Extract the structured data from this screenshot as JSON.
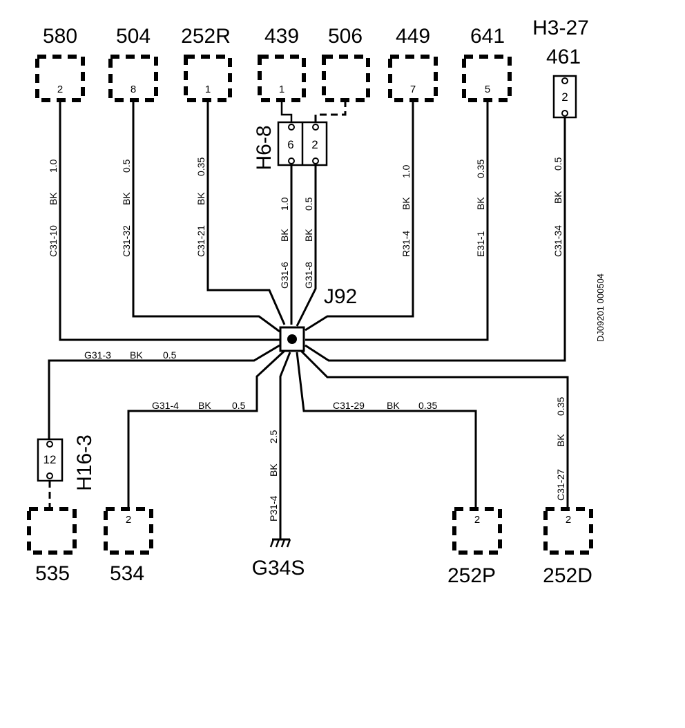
{
  "top_components": {
    "c580": {
      "label": "580",
      "pin": "2"
    },
    "c504": {
      "label": "504",
      "pin": "8"
    },
    "c252r": {
      "label": "252R",
      "pin": "1"
    },
    "c439": {
      "label": "439",
      "pin": "1"
    },
    "c506": {
      "label": "506"
    },
    "c449": {
      "label": "449",
      "pin": "7"
    },
    "c641": {
      "label": "641",
      "pin": "5"
    },
    "c461": {
      "label": "461",
      "connector": "H3-27",
      "pin": "2"
    }
  },
  "connector_h6_8": {
    "label": "H6-8",
    "pin_a": "6",
    "pin_b": "2"
  },
  "splice": {
    "label": "J92"
  },
  "vertical_wires": {
    "w580": {
      "circuit": "C31-10",
      "color": "BK",
      "size": "1.0"
    },
    "w504": {
      "circuit": "C31-32",
      "color": "BK",
      "size": "0.5"
    },
    "w252r": {
      "circuit": "C31-21",
      "color": "BK",
      "size": "0.35"
    },
    "w439": {
      "circuit": "G31-6",
      "color": "BK",
      "size": "1.0"
    },
    "w506": {
      "circuit": "G31-8",
      "color": "BK",
      "size": "0.5"
    },
    "w449": {
      "circuit": "R31-4",
      "color": "BK",
      "size": "1.0"
    },
    "w641": {
      "circuit": "E31-1",
      "color": "BK",
      "size": "0.35"
    },
    "w461": {
      "circuit": "C31-34",
      "color": "BK",
      "size": "0.5"
    },
    "wg34s": {
      "circuit": "P31-4",
      "color": "BK",
      "size": "2.5"
    },
    "w252d": {
      "circuit": "C31-27",
      "color": "BK",
      "size": "0.35"
    }
  },
  "horizontal_wires": {
    "w535": {
      "circuit": "G31-3",
      "color": "BK",
      "size": "0.5"
    },
    "w534": {
      "circuit": "G31-4",
      "color": "BK",
      "size": "0.5"
    },
    "w252p": {
      "circuit": "C31-29",
      "color": "BK",
      "size": "0.35"
    }
  },
  "bottom_components": {
    "c535": {
      "label": "535"
    },
    "h16_3": {
      "label": "H16-3",
      "pin": "12"
    },
    "c534": {
      "label": "534",
      "pin": "2"
    },
    "g34s": {
      "label": "G34S"
    },
    "c252p": {
      "label": "252P",
      "pin": "2"
    },
    "c252d": {
      "label": "252D",
      "pin": "2"
    }
  },
  "doc_id": "DJ09201 000504"
}
